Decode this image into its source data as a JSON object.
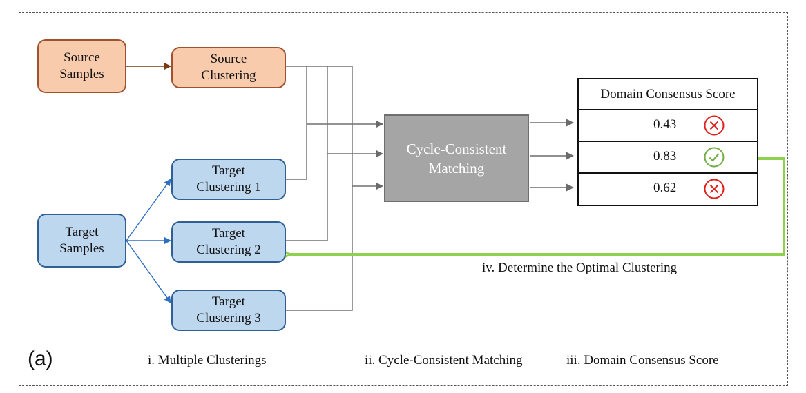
{
  "nodes": {
    "source_samples": "Source\nSamples",
    "source_clustering": "Source\nClustering",
    "target_samples": "Target\nSamples",
    "target_clustering_1": "Target\nClustering 1",
    "target_clustering_2": "Target\nClustering 2",
    "target_clustering_3": "Target\nClustering 3",
    "matcher": "Cycle-Consistent\nMatching"
  },
  "score_table": {
    "header": "Domain Consensus Score",
    "rows": [
      {
        "value": "0.43",
        "status": "reject",
        "icon": "cross-circle-icon"
      },
      {
        "value": "0.83",
        "status": "accept",
        "icon": "check-circle-icon"
      },
      {
        "value": "0.62",
        "status": "reject",
        "icon": "cross-circle-icon"
      }
    ]
  },
  "feedback_label": "iv. Determine the  Optimal Clustering",
  "panel_tag": "(a)",
  "stages": [
    "i. Multiple Clusterings",
    "ii. Cycle-Consistent Matching",
    "iii. Domain Consensus Score"
  ],
  "colors": {
    "source_fill": "#f8cbad",
    "source_border": "#a0522d",
    "target_fill": "#bdd7ee",
    "target_border": "#2e5f95",
    "matcher_fill": "#a5a5a5",
    "accept": "#70ad47",
    "reject": "#e0201c",
    "feedback_arrow": "#8fd14f"
  }
}
